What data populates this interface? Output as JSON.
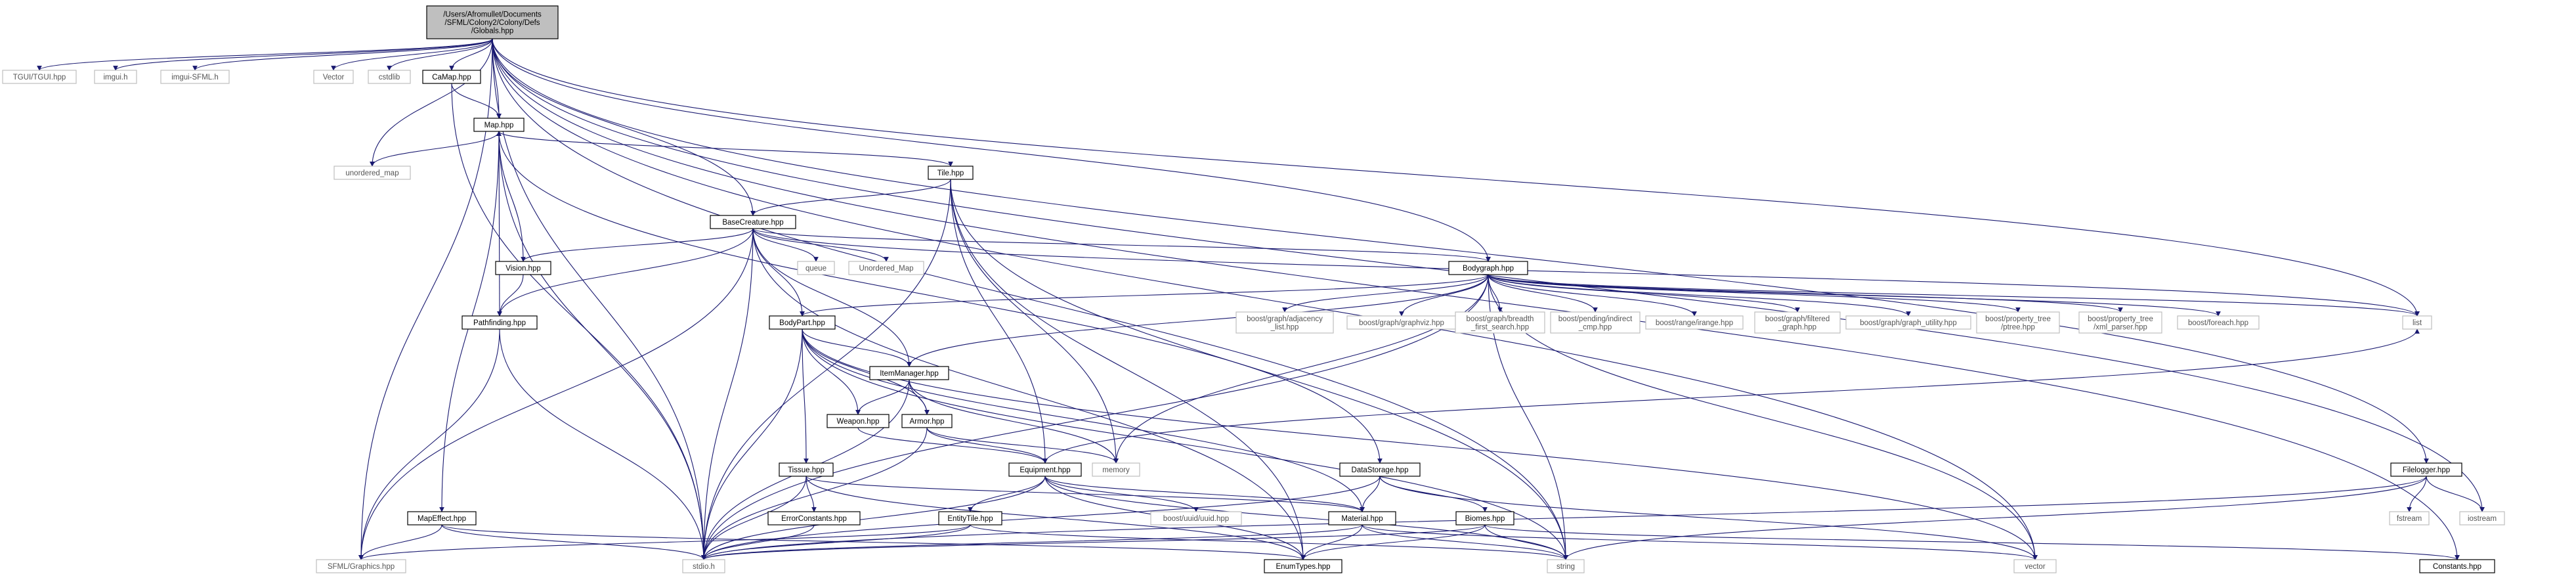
{
  "colors": {
    "edge": "#191970",
    "root_fill": "#bfbfbf",
    "box_stroke": "#000000",
    "external_stroke": "#bfbfbf",
    "external_text": "#555555",
    "text": "#000000"
  },
  "nodes": {
    "globals": {
      "label": [
        "/Users/Afromullet/Documents",
        "/SFML/Colony2/Colony/Defs",
        "/Globals.hpp"
      ],
      "kind": "root"
    },
    "tgui": {
      "label": [
        "TGUI/TGUI.hpp"
      ],
      "kind": "external"
    },
    "imgui": {
      "label": [
        "imgui.h"
      ],
      "kind": "external"
    },
    "imgui_sfml": {
      "label": [
        "imgui-SFML.h"
      ],
      "kind": "external"
    },
    "vector_cap": {
      "label": [
        "Vector"
      ],
      "kind": "external"
    },
    "cstdlib": {
      "label": [
        "cstdlib"
      ],
      "kind": "external"
    },
    "camap": {
      "label": [
        "CaMap.hpp"
      ],
      "kind": "file"
    },
    "map": {
      "label": [
        "Map.hpp"
      ],
      "kind": "file"
    },
    "unordered_map": {
      "label": [
        "unordered_map"
      ],
      "kind": "external"
    },
    "tile": {
      "label": [
        "Tile.hpp"
      ],
      "kind": "file"
    },
    "basecreature": {
      "label": [
        "BaseCreature.hpp"
      ],
      "kind": "file"
    },
    "queue": {
      "label": [
        "queue"
      ],
      "kind": "external"
    },
    "unordered_map2": {
      "label": [
        "Unordered_Map"
      ],
      "kind": "external"
    },
    "vision": {
      "label": [
        "Vision.hpp"
      ],
      "kind": "file"
    },
    "pathfinding": {
      "label": [
        "Pathfinding.hpp"
      ],
      "kind": "file"
    },
    "bodygraph": {
      "label": [
        "Bodygraph.hpp"
      ],
      "kind": "file"
    },
    "bodypart": {
      "label": [
        "BodyPart.hpp"
      ],
      "kind": "file"
    },
    "itemmanager": {
      "label": [
        "ItemManager.hpp"
      ],
      "kind": "file"
    },
    "weapon": {
      "label": [
        "Weapon.hpp"
      ],
      "kind": "file"
    },
    "armor": {
      "label": [
        "Armor.hpp"
      ],
      "kind": "file"
    },
    "memory": {
      "label": [
        "memory"
      ],
      "kind": "external"
    },
    "equipment": {
      "label": [
        "Equipment.hpp"
      ],
      "kind": "file"
    },
    "tissue": {
      "label": [
        "Tissue.hpp"
      ],
      "kind": "file"
    },
    "errorconstants": {
      "label": [
        "ErrorConstants.hpp"
      ],
      "kind": "file"
    },
    "entitytile": {
      "label": [
        "EntityTile.hpp"
      ],
      "kind": "file"
    },
    "material": {
      "label": [
        "Material.hpp"
      ],
      "kind": "file"
    },
    "datastorage": {
      "label": [
        "DataStorage.hpp"
      ],
      "kind": "file"
    },
    "biomes": {
      "label": [
        "Biomes.hpp"
      ],
      "kind": "file"
    },
    "enumtypes": {
      "label": [
        "EnumTypes.hpp"
      ],
      "kind": "file"
    },
    "stdio": {
      "label": [
        "stdio.h"
      ],
      "kind": "external"
    },
    "string": {
      "label": [
        "string"
      ],
      "kind": "external"
    },
    "vector": {
      "label": [
        "vector"
      ],
      "kind": "external"
    },
    "constants": {
      "label": [
        "Constants.hpp"
      ],
      "kind": "file"
    },
    "mapeffect": {
      "label": [
        "MapEffect.hpp"
      ],
      "kind": "file"
    },
    "sfml_graphics": {
      "label": [
        "SFML/Graphics.hpp"
      ],
      "kind": "external"
    },
    "uuid": {
      "label": [
        "boost/uuid/uuid.hpp"
      ],
      "kind": "external"
    },
    "filelogger": {
      "label": [
        "Filelogger.hpp"
      ],
      "kind": "file"
    },
    "fstream": {
      "label": [
        "fstream"
      ],
      "kind": "external"
    },
    "iostream": {
      "label": [
        "iostream"
      ],
      "kind": "external"
    },
    "list": {
      "label": [
        "list"
      ],
      "kind": "external"
    },
    "b_adjacency": {
      "label": [
        "boost/graph/adjacency",
        "_list.hpp"
      ],
      "kind": "external"
    },
    "b_graphviz": {
      "label": [
        "boost/graph/graphviz.hpp"
      ],
      "kind": "external"
    },
    "b_breadth": {
      "label": [
        "boost/graph/breadth",
        "_first_search.hpp"
      ],
      "kind": "external"
    },
    "b_indirect": {
      "label": [
        "boost/pending/indirect",
        "_cmp.hpp"
      ],
      "kind": "external"
    },
    "b_irange": {
      "label": [
        "boost/range/irange.hpp"
      ],
      "kind": "external"
    },
    "b_filtered": {
      "label": [
        "boost/graph/filtered",
        "_graph.hpp"
      ],
      "kind": "external"
    },
    "b_utility": {
      "label": [
        "boost/graph/graph_utility.hpp"
      ],
      "kind": "external"
    },
    "b_ptree": {
      "label": [
        "boost/property_tree",
        "/ptree.hpp"
      ],
      "kind": "external"
    },
    "b_xml": {
      "label": [
        "boost/property_tree",
        "/xml_parser.hpp"
      ],
      "kind": "external"
    },
    "b_foreach": {
      "label": [
        "boost/foreach.hpp"
      ],
      "kind": "external"
    }
  },
  "edges": [
    [
      "globals",
      "tgui"
    ],
    [
      "globals",
      "imgui"
    ],
    [
      "globals",
      "imgui_sfml"
    ],
    [
      "globals",
      "vector_cap"
    ],
    [
      "globals",
      "cstdlib"
    ],
    [
      "globals",
      "camap"
    ],
    [
      "globals",
      "map"
    ],
    [
      "globals",
      "unordered_map"
    ],
    [
      "globals",
      "basecreature"
    ],
    [
      "globals",
      "bodygraph"
    ],
    [
      "globals",
      "filelogger"
    ],
    [
      "globals",
      "iostream"
    ],
    [
      "globals",
      "list"
    ],
    [
      "globals",
      "constants"
    ],
    [
      "globals",
      "sfml_graphics"
    ],
    [
      "globals",
      "stdio"
    ],
    [
      "globals",
      "string"
    ],
    [
      "globals",
      "vector"
    ],
    [
      "camap",
      "map"
    ],
    [
      "camap",
      "stdio"
    ],
    [
      "map",
      "unordered_map"
    ],
    [
      "map",
      "tile"
    ],
    [
      "map",
      "mapeffect"
    ],
    [
      "map",
      "datastorage"
    ],
    [
      "map",
      "stdio"
    ],
    [
      "tile",
      "basecreature"
    ],
    [
      "tile",
      "equipment"
    ],
    [
      "tile",
      "stdio"
    ],
    [
      "tile",
      "memory"
    ],
    [
      "tile",
      "enumtypes"
    ],
    [
      "tile",
      "string"
    ],
    [
      "basecreature",
      "queue"
    ],
    [
      "basecreature",
      "unordered_map2"
    ],
    [
      "basecreature",
      "vision"
    ],
    [
      "basecreature",
      "pathfinding"
    ],
    [
      "basecreature",
      "bodygraph"
    ],
    [
      "basecreature",
      "bodypart"
    ],
    [
      "basecreature",
      "itemmanager"
    ],
    [
      "basecreature",
      "list"
    ],
    [
      "basecreature",
      "stdio"
    ],
    [
      "basecreature",
      "sfml_graphics"
    ],
    [
      "basecreature",
      "enumtypes"
    ],
    [
      "vision",
      "map"
    ],
    [
      "vision",
      "pathfinding"
    ],
    [
      "pathfinding",
      "map"
    ],
    [
      "pathfinding",
      "stdio"
    ],
    [
      "pathfinding",
      "sfml_graphics"
    ],
    [
      "bodygraph",
      "bodypart"
    ],
    [
      "bodygraph",
      "b_adjacency"
    ],
    [
      "bodygraph",
      "b_graphviz"
    ],
    [
      "bodygraph",
      "b_breadth"
    ],
    [
      "bodygraph",
      "b_indirect"
    ],
    [
      "bodygraph",
      "b_irange"
    ],
    [
      "bodygraph",
      "b_filtered"
    ],
    [
      "bodygraph",
      "b_utility"
    ],
    [
      "bodygraph",
      "b_ptree"
    ],
    [
      "bodygraph",
      "b_xml"
    ],
    [
      "bodygraph",
      "b_foreach"
    ],
    [
      "bodygraph",
      "list"
    ],
    [
      "bodygraph",
      "memory"
    ],
    [
      "bodygraph",
      "stdio"
    ],
    [
      "bodygraph",
      "string"
    ],
    [
      "bodygraph",
      "vector"
    ],
    [
      "bodygraph",
      "itemmanager"
    ],
    [
      "bodypart",
      "itemmanager"
    ],
    [
      "bodypart",
      "weapon"
    ],
    [
      "bodypart",
      "armor"
    ],
    [
      "bodypart",
      "tissue"
    ],
    [
      "bodypart",
      "stdio"
    ],
    [
      "bodypart",
      "string"
    ],
    [
      "bodypart",
      "vector"
    ],
    [
      "bodypart",
      "material"
    ],
    [
      "itemmanager",
      "weapon"
    ],
    [
      "itemmanager",
      "armor"
    ],
    [
      "itemmanager",
      "memory"
    ],
    [
      "itemmanager",
      "stdio"
    ],
    [
      "weapon",
      "equipment"
    ],
    [
      "armor",
      "equipment"
    ],
    [
      "armor",
      "memory"
    ],
    [
      "armor",
      "stdio"
    ],
    [
      "equipment",
      "entitytile"
    ],
    [
      "equipment",
      "material"
    ],
    [
      "equipment",
      "uuid"
    ],
    [
      "equipment",
      "stdio"
    ],
    [
      "equipment",
      "enumtypes"
    ],
    [
      "equipment",
      "string"
    ],
    [
      "equipment",
      "list"
    ],
    [
      "tissue",
      "errorconstants"
    ],
    [
      "tissue",
      "material"
    ],
    [
      "tissue",
      "stdio"
    ],
    [
      "tissue",
      "enumtypes"
    ],
    [
      "errorconstants",
      "stdio"
    ],
    [
      "entitytile",
      "stdio"
    ],
    [
      "entitytile",
      "sfml_graphics"
    ],
    [
      "entitytile",
      "string"
    ],
    [
      "material",
      "stdio"
    ],
    [
      "material",
      "enumtypes"
    ],
    [
      "material",
      "string"
    ],
    [
      "material",
      "vector"
    ],
    [
      "datastorage",
      "material"
    ],
    [
      "datastorage",
      "biomes"
    ],
    [
      "datastorage",
      "stdio"
    ],
    [
      "datastorage",
      "vector"
    ],
    [
      "biomes",
      "stdio"
    ],
    [
      "biomes",
      "enumtypes"
    ],
    [
      "biomes",
      "string"
    ],
    [
      "biomes",
      "constants"
    ],
    [
      "mapeffect",
      "sfml_graphics"
    ],
    [
      "mapeffect",
      "stdio"
    ],
    [
      "mapeffect",
      "enumtypes"
    ],
    [
      "filelogger",
      "fstream"
    ],
    [
      "filelogger",
      "iostream"
    ],
    [
      "filelogger",
      "string"
    ],
    [
      "filelogger",
      "stdio"
    ]
  ]
}
